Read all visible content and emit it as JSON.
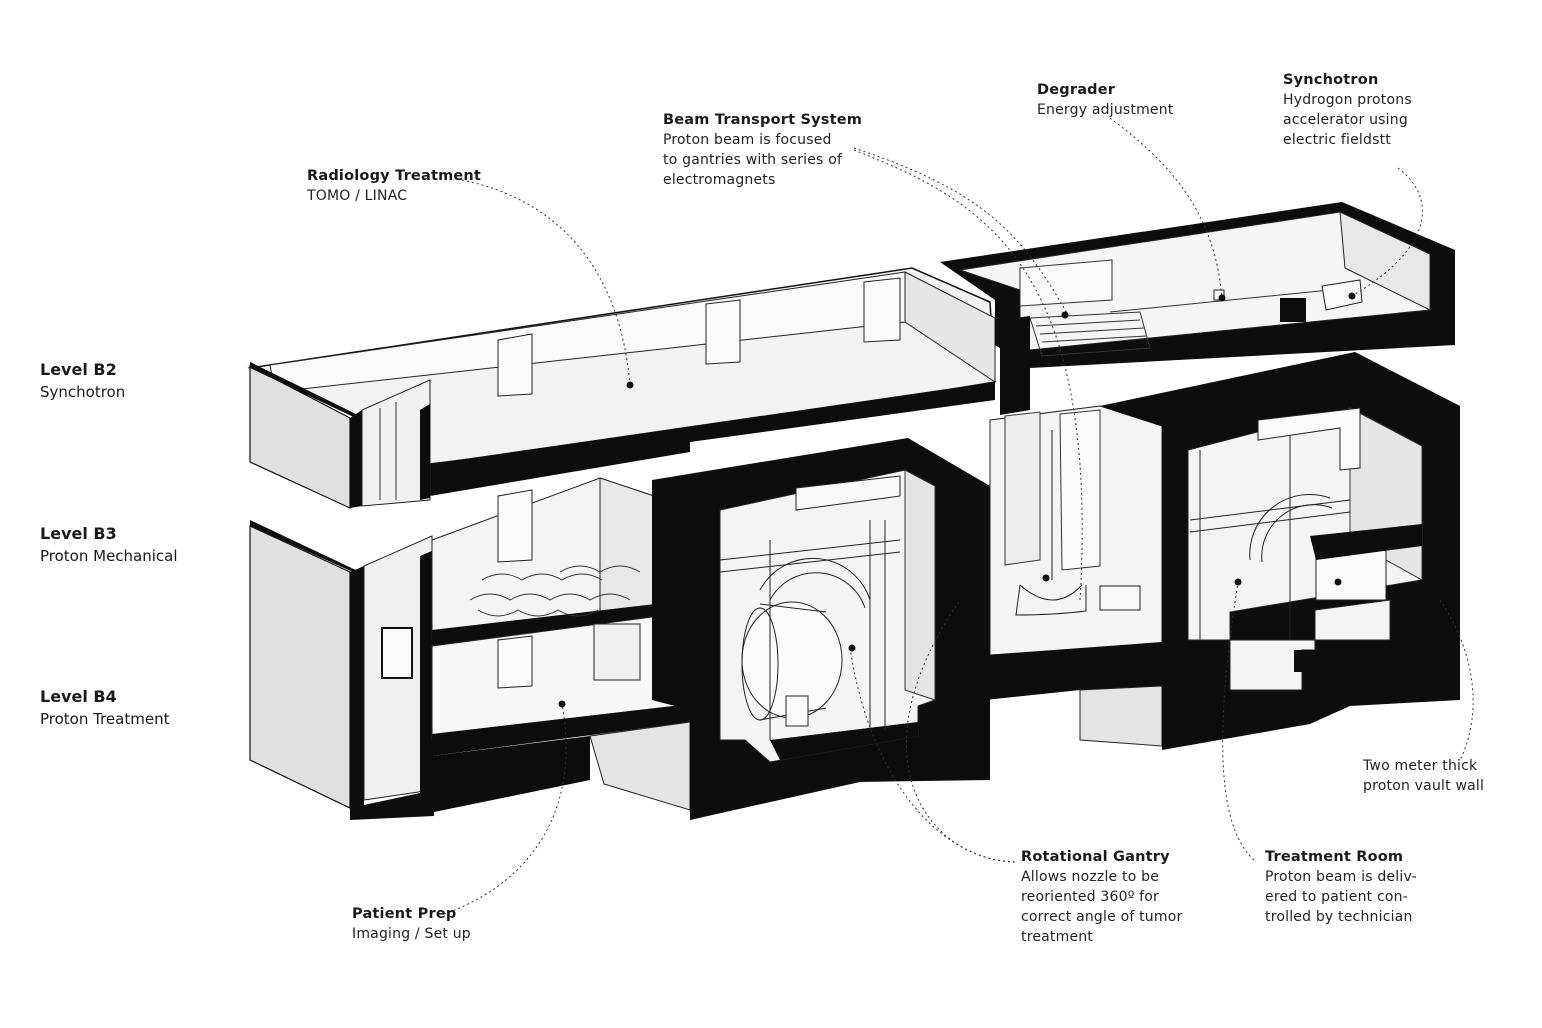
{
  "levels": [
    {
      "title": "Level B2",
      "desc": "Synchotron"
    },
    {
      "title": "Level B3",
      "desc": "Proton Mechanical"
    },
    {
      "title": "Level B4",
      "desc": "Proton Treatment"
    }
  ],
  "callouts": {
    "radiology": {
      "title": "Radiology Treatment",
      "lines": [
        "TOMO / LINAC"
      ]
    },
    "beam_transport": {
      "title": "Beam Transport System",
      "lines": [
        "Proton beam is focused",
        "to gantries with series of",
        "electromagnets"
      ]
    },
    "degrader": {
      "title": "Degrader",
      "lines": [
        "Energy adjustment"
      ]
    },
    "synchotron": {
      "title": "Synchotron",
      "lines": [
        "Hydrogon protons",
        "accelerator using",
        "electric fieldstt"
      ]
    },
    "vault_wall": {
      "title": "",
      "lines": [
        "Two meter thick",
        "proton vault wall"
      ]
    },
    "rotational_gantry": {
      "title": "Rotational Gantry",
      "lines": [
        "Allows nozzle to be",
        "reoriented 360º for",
        "correct angle of tumor",
        "treatment"
      ]
    },
    "treatment_room": {
      "title": "Treatment Room",
      "lines": [
        "Proton beam is deliv-",
        "ered to patient con-",
        "trolled by technician"
      ]
    },
    "patient_prep": {
      "title": "Patient Prep",
      "lines": [
        "Imaging / Set up"
      ]
    }
  },
  "colors": {
    "wall": "#0d0d0d",
    "floor": "#f4f4f4",
    "side": "#dcdcdc",
    "line": "#222222"
  }
}
